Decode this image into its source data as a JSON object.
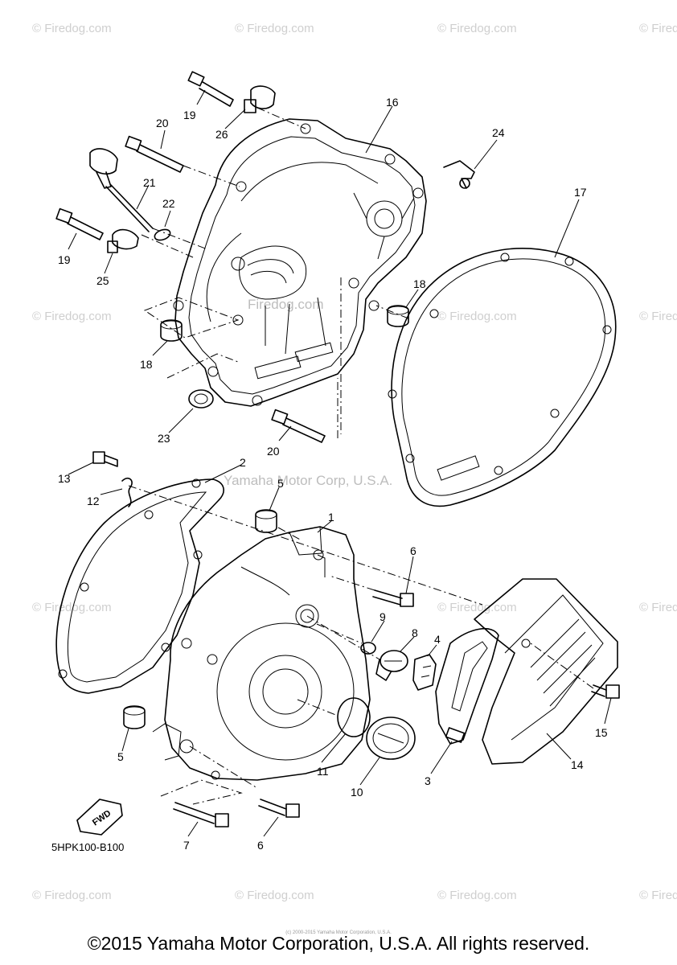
{
  "watermark": "© Firedog.com",
  "center_watermark": "Firedog.com",
  "yamaha_watermark": "Yamaha Motor Corp, U.S.A.",
  "fwd_label": "FWD",
  "diagram_code": "5HPK100-B100",
  "tiny_credit": "(c) 2000-2015 Yamaha Motor Corporation, U.S.A.",
  "copyright": "©2015 Yamaha Motor Corporation, U.S.A. All rights reserved.",
  "callouts": {
    "c1": "1",
    "c2": "2",
    "c3": "3",
    "c4": "4",
    "c5a": "5",
    "c5b": "5",
    "c6a": "6",
    "c6b": "6",
    "c7": "7",
    "c8": "8",
    "c9": "9",
    "c10": "10",
    "c11": "11",
    "c12": "12",
    "c13": "13",
    "c14": "14",
    "c15": "15",
    "c16": "16",
    "c17": "17",
    "c18a": "18",
    "c18b": "18",
    "c19a": "19",
    "c19b": "19",
    "c20a": "20",
    "c20b": "20",
    "c21": "21",
    "c22": "22",
    "c23": "23",
    "c24": "24",
    "c25": "25",
    "c26": "26"
  }
}
